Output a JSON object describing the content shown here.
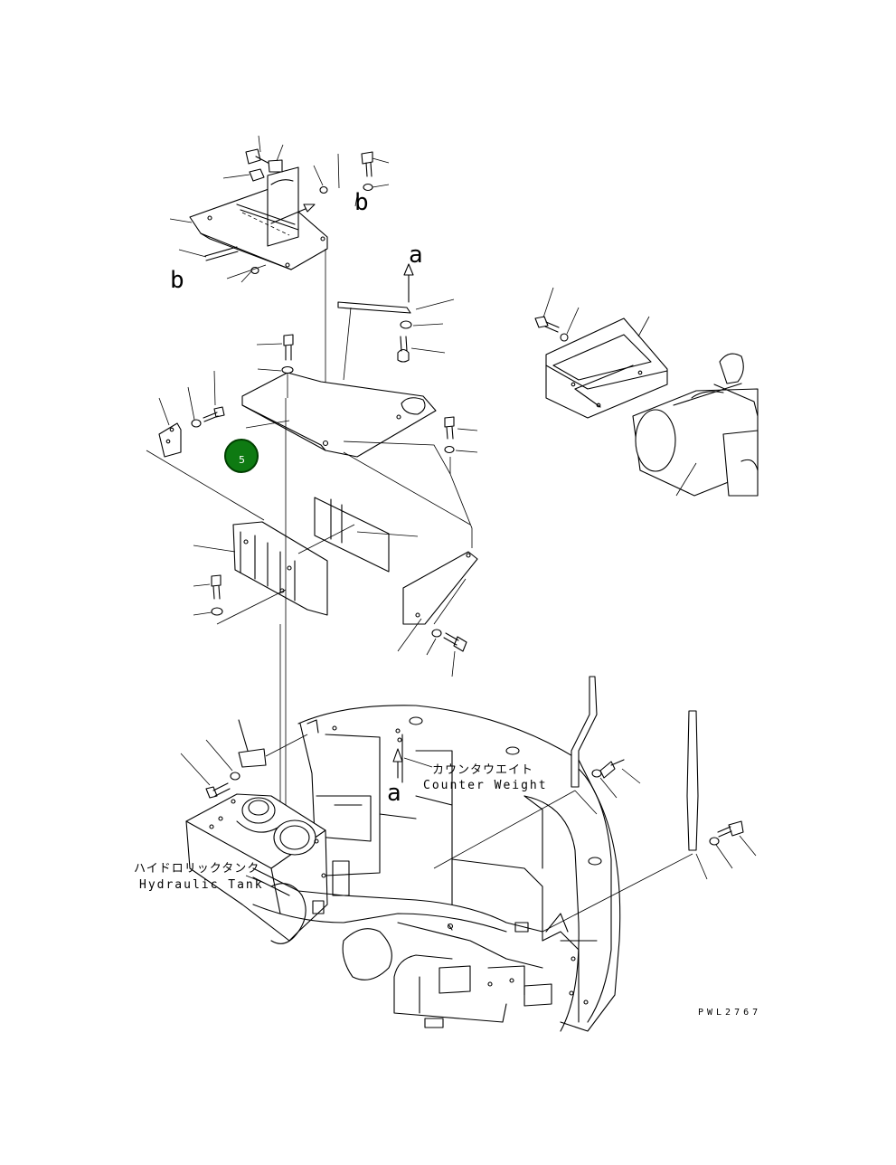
{
  "callout": {
    "number": "5",
    "fill_color": "#0e7a12",
    "ring_color": "#003f00"
  },
  "refs": {
    "a_top": "a",
    "a_lower": "a",
    "b_top": "b",
    "b_left": "b"
  },
  "labels": {
    "counterweight_jp": "カウンタウエイト",
    "counterweight_en": "Counter Weight",
    "hydraulic_tank_jp": "ハイドロリックタンク",
    "hydraulic_tank_en": "Hydraulic Tank"
  },
  "drawing_code": "PWL2767"
}
